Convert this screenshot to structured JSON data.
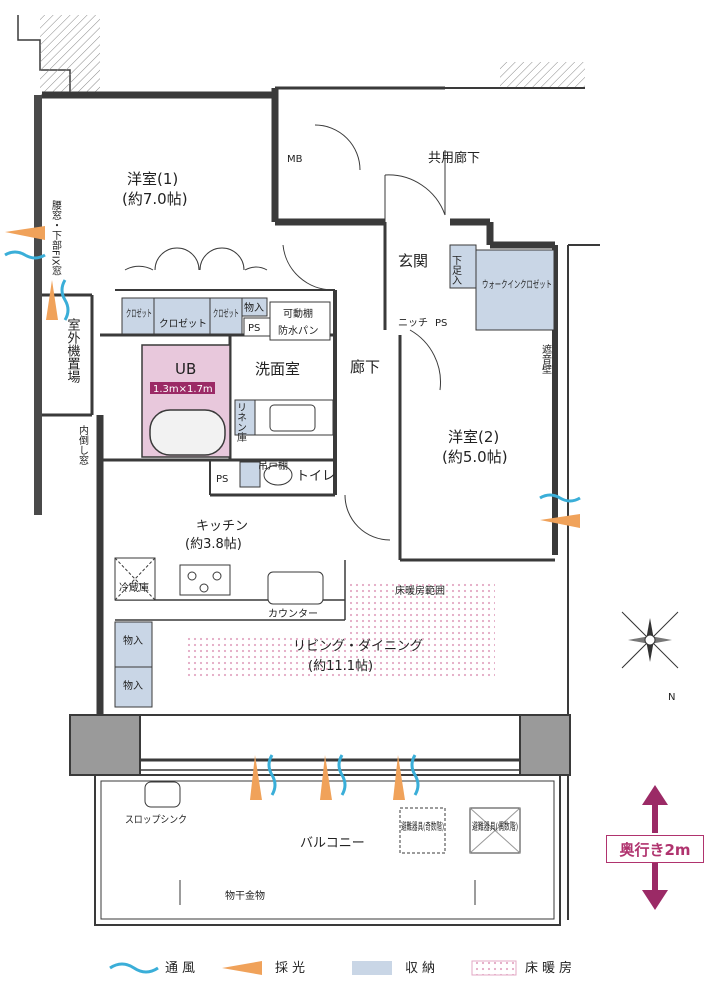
{
  "rooms": {
    "western1_name": "洋室(1)",
    "western1_size": "(約7.0帖)",
    "western2_name": "洋室(2)",
    "western2_size": "(約5.0帖)",
    "common_corridor": "共用廊下",
    "mb": "MB",
    "entrance": "玄関",
    "shoe_storage": "下足入",
    "walkin_closet": "ウォークインクロゼット",
    "niche": "ニッチ",
    "ps1": "PS",
    "ps2": "PS",
    "ps3": "PS",
    "sound_wall": "遮音壁",
    "closet_a": "クロゼット",
    "closet_b": "クロゼット",
    "closet_c": "クロゼット",
    "storage_small": "物入",
    "movable_shelf": "可動棚",
    "waterproof_pan": "防水パン",
    "washroom": "洗面室",
    "hallway": "廊下",
    "ub": "UB",
    "ub_size": "1.3m×1.7m",
    "linen": "リネン庫",
    "hanging_shelf": "吊戸棚",
    "toilet": "トイレ",
    "kitchen_name": "キッチン",
    "kitchen_size": "(約3.8帖)",
    "fridge": "冷蔵庫",
    "counter": "カウンター",
    "floor_heating_area": "床暖房範囲",
    "living_name": "リビング・ダイニング",
    "living_size": "(約11.1帖)",
    "storage1": "物入",
    "storage2": "物入",
    "outdoor_unit": "室外機置場",
    "waist_window": "腰窓・下部FIX窓",
    "inward_window": "内倒し窓",
    "slop_sink": "スロップシンク",
    "balcony": "バルコニー",
    "evac_odd": "避難器具(奇数階)",
    "evac_even": "避難器具(偶数階)",
    "clothes_dryer": "物干金物"
  },
  "depth_label": "奥行き2m",
  "compass_north": "N",
  "legend": {
    "ventilation": "通風",
    "daylight": "採光",
    "storage": "収納",
    "floor_heating": "床暖房"
  },
  "colors": {
    "wall": "#3a3a3a",
    "storage_fill": "#c9d6e6",
    "ub_fill": "#e8c8dc",
    "ub_label_bg": "#9b2a66",
    "heating_dot": "#e3a9c4",
    "vent_blue": "#3aaed8",
    "light_orange": "#f0a25a",
    "depth_arrow": "#9b2a66"
  }
}
